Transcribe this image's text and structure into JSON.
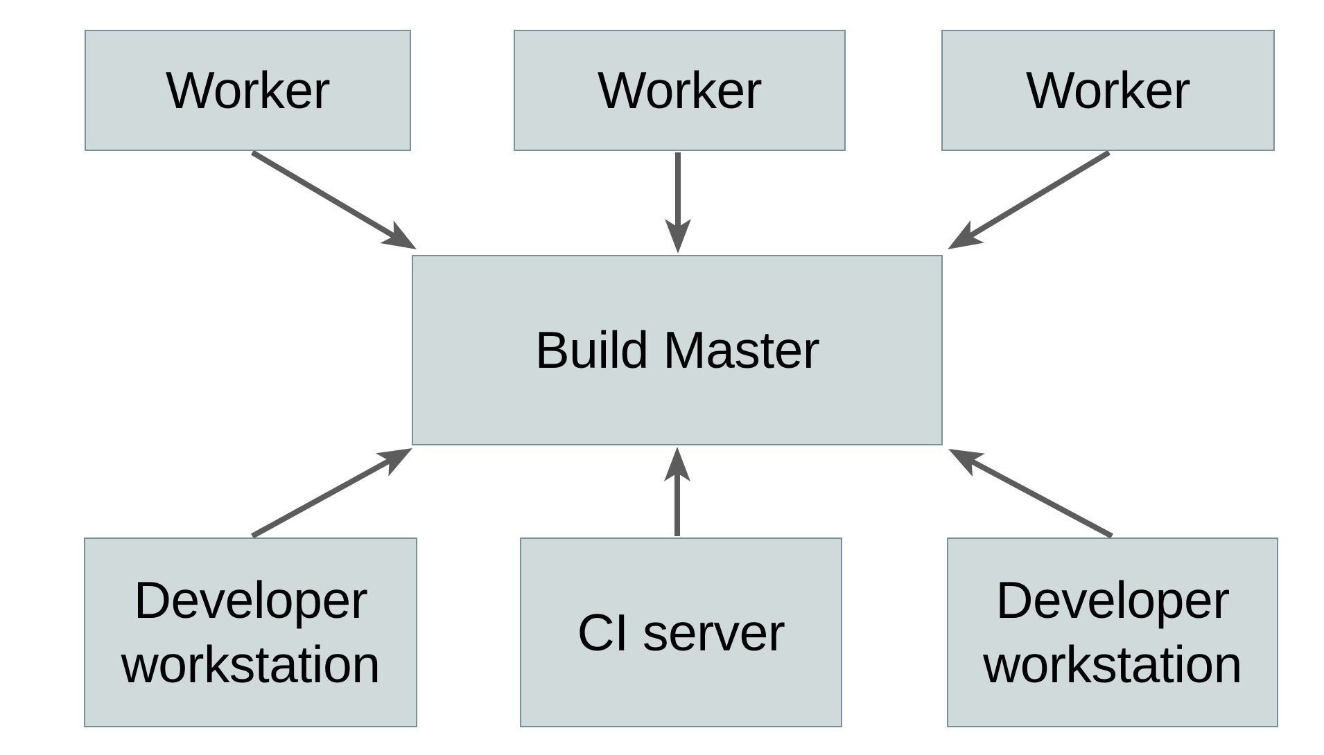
{
  "diagram": {
    "background_color": "#ffffff",
    "box_fill_color": "#d0dadb",
    "box_border_color": "#78909a",
    "arrow_color": "#5c5c5c",
    "text_color": "#000000",
    "nodes": [
      {
        "id": "worker-1",
        "lines": [
          "Worker"
        ]
      },
      {
        "id": "worker-2",
        "lines": [
          "Worker"
        ]
      },
      {
        "id": "worker-3",
        "lines": [
          "Worker"
        ]
      },
      {
        "id": "build-master",
        "lines": [
          "Build Master"
        ]
      },
      {
        "id": "developer-workstation-1",
        "lines": [
          "Developer",
          "workstation"
        ]
      },
      {
        "id": "ci-server",
        "lines": [
          "CI server"
        ]
      },
      {
        "id": "developer-workstation-2",
        "lines": [
          "Developer",
          "workstation"
        ]
      }
    ],
    "connections": [
      {
        "from": "worker-1",
        "to": "build-master"
      },
      {
        "from": "worker-2",
        "to": "build-master"
      },
      {
        "from": "worker-3",
        "to": "build-master"
      },
      {
        "from": "developer-workstation-1",
        "to": "build-master"
      },
      {
        "from": "ci-server",
        "to": "build-master"
      },
      {
        "from": "developer-workstation-2",
        "to": "build-master"
      }
    ]
  }
}
